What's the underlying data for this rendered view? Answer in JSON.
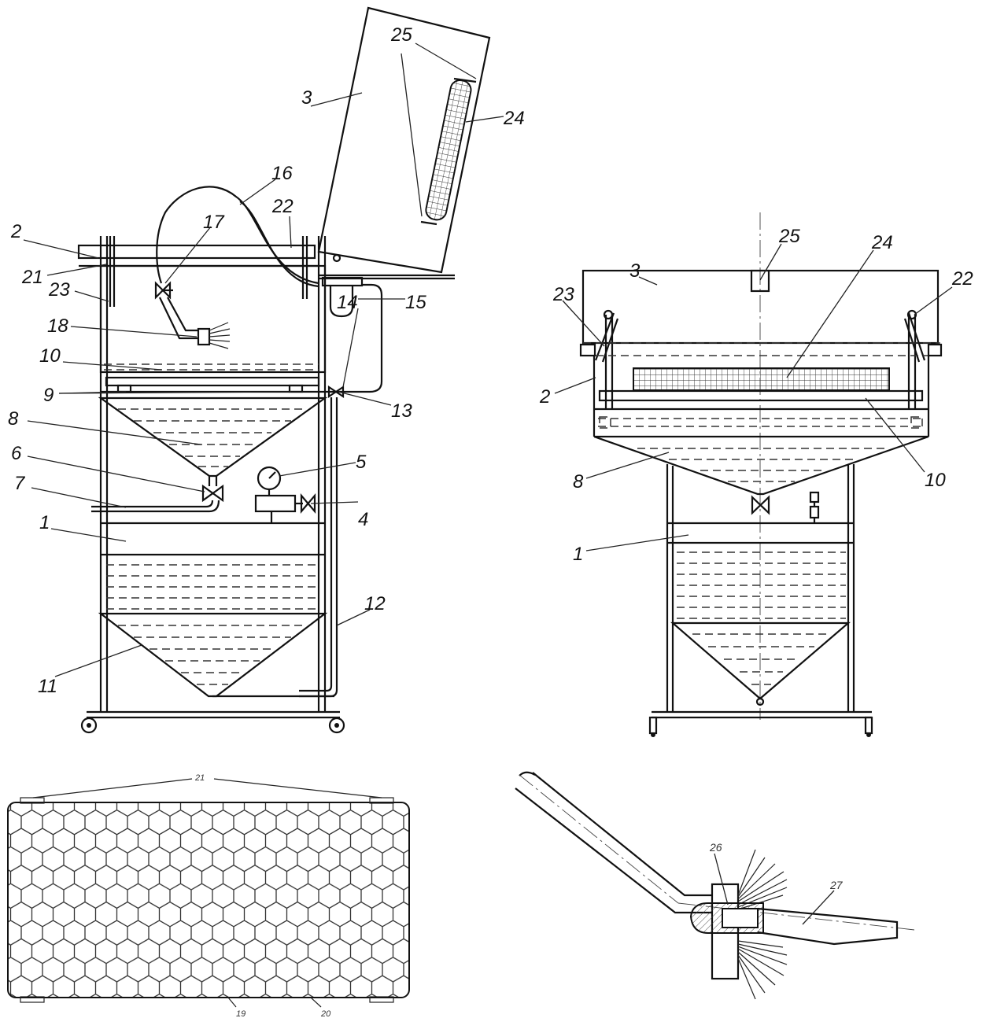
{
  "labels": {
    "n1": "1",
    "n2": "2",
    "n3": "3",
    "n4": "4",
    "n5": "5",
    "n6": "6",
    "n7": "7",
    "n8": "8",
    "n9": "9",
    "n10": "10",
    "n11": "11",
    "n12": "12",
    "n13": "13",
    "n14": "14",
    "n15": "15",
    "n16": "16",
    "n17": "17",
    "n18": "18",
    "n19": "19",
    "n20": "20",
    "n21": "21",
    "n22": "22",
    "n23": "23",
    "n24": "24",
    "n25": "25",
    "n26": "26",
    "n27": "27"
  }
}
